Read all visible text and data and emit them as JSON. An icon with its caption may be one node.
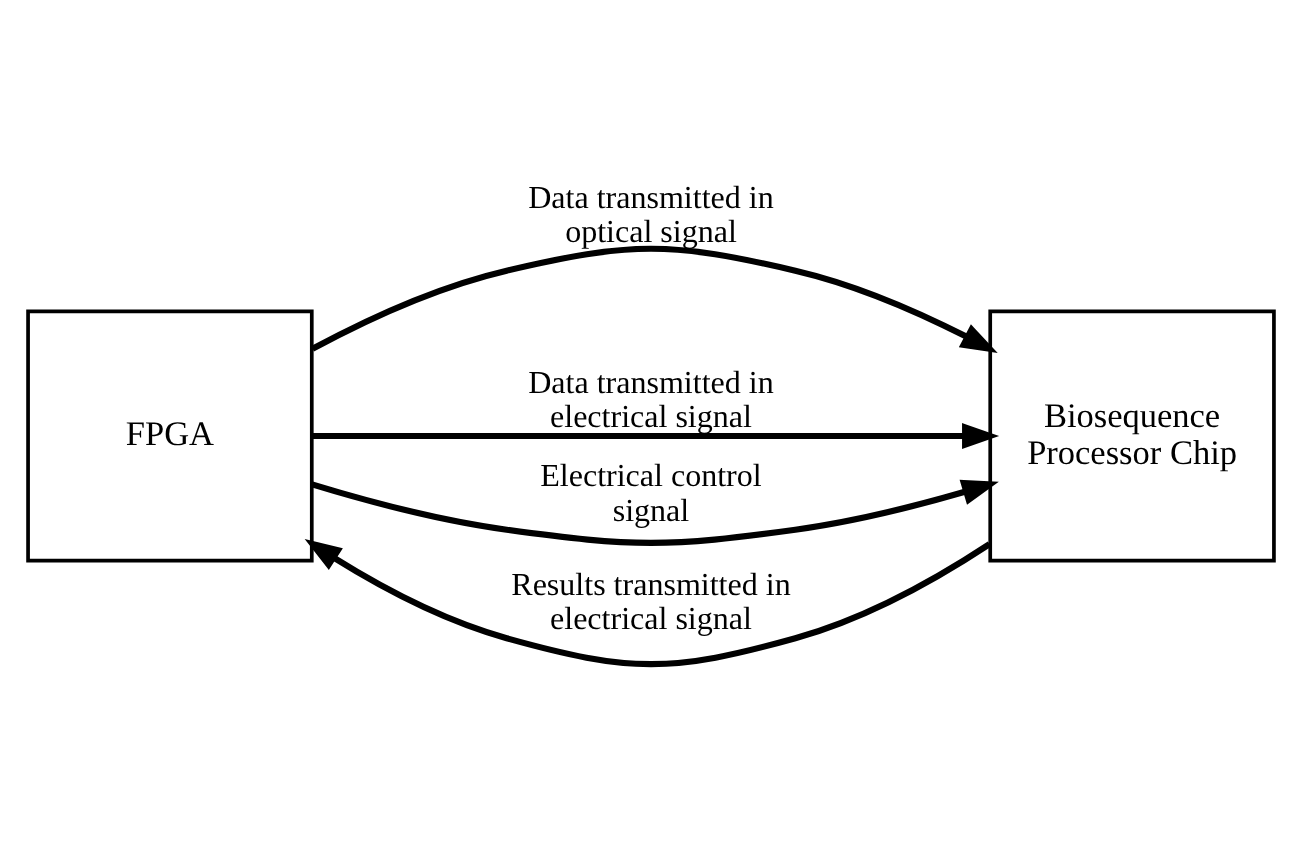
{
  "diagram": {
    "nodes": [
      {
        "text": [
          "FPGA"
        ]
      },
      {
        "text": [
          "Biosequence Processor Chip"
        ]
      }
    ],
    "edges": [
      {
        "from": 0,
        "to": 1,
        "arrow": "to",
        "label": "Data transmitted in optical signal"
      },
      {
        "from": 0,
        "to": 1,
        "arrow": "to",
        "label": "Data transmitted in electrical signal"
      },
      {
        "from": 0,
        "to": 1,
        "arrow": "to",
        "label": "Electrical control signal"
      },
      {
        "from": 1,
        "to": 0,
        "arrow": "to",
        "label": "Results transmitted in electrical signal"
      }
    ]
  }
}
